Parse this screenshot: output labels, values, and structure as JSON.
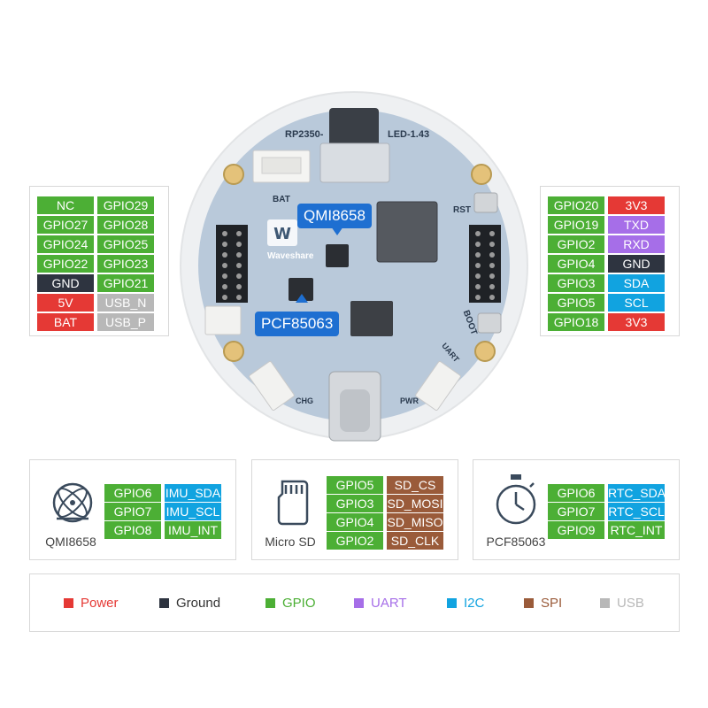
{
  "colors": {
    "power": "#e53935",
    "ground": "#2e3440",
    "gpio": "#4caf35",
    "uart": "#a66ee8",
    "i2c": "#11a3e0",
    "spi": "#9a5b3a",
    "usb": "#b8b8b8"
  },
  "board": {
    "silk_title": "RP2350-",
    "silk_title2": "LED-1.43",
    "brand": "Waveshare",
    "bat": "BAT",
    "rst": "RST",
    "boot": "BOOT",
    "chg": "CHG",
    "pwr": "PWR",
    "uart": "UART"
  },
  "callouts": {
    "qmi": "QMI8658",
    "pcf": "PCF85063"
  },
  "left_header": [
    {
      "a": "NC",
      "a_type": "gpio",
      "b": "GPIO29",
      "b_type": "gpio"
    },
    {
      "a": "GPIO27",
      "a_type": "gpio",
      "b": "GPIO28",
      "b_type": "gpio"
    },
    {
      "a": "GPIO24",
      "a_type": "gpio",
      "b": "GPIO25",
      "b_type": "gpio"
    },
    {
      "a": "GPIO22",
      "a_type": "gpio",
      "b": "GPIO23",
      "b_type": "gpio"
    },
    {
      "a": "GND",
      "a_type": "ground",
      "b": "GPIO21",
      "b_type": "gpio"
    },
    {
      "a": "5V",
      "a_type": "power",
      "b": "USB_N",
      "b_type": "usb"
    },
    {
      "a": "BAT",
      "a_type": "power",
      "b": "USB_P",
      "b_type": "usb"
    }
  ],
  "right_header": [
    {
      "a": "GPIO20",
      "a_type": "gpio",
      "b": "3V3",
      "b_type": "power"
    },
    {
      "a": "GPIO19",
      "a_type": "gpio",
      "b": "TXD",
      "b_type": "uart"
    },
    {
      "a": "GPIO2",
      "a_type": "gpio",
      "b": "RXD",
      "b_type": "uart"
    },
    {
      "a": "GPIO4",
      "a_type": "gpio",
      "b": "GND",
      "b_type": "ground"
    },
    {
      "a": "GPIO3",
      "a_type": "gpio",
      "b": "SDA",
      "b_type": "i2c"
    },
    {
      "a": "GPIO5",
      "a_type": "gpio",
      "b": "SCL",
      "b_type": "i2c"
    },
    {
      "a": "GPIO18",
      "a_type": "gpio",
      "b": "3V3",
      "b_type": "power"
    }
  ],
  "modules": [
    {
      "caption": "QMI8658",
      "icon": "gyroscope-icon",
      "rows": [
        {
          "a": "GPIO6",
          "a_type": "gpio",
          "b": "IMU_SDA",
          "b_type": "i2c"
        },
        {
          "a": "GPIO7",
          "a_type": "gpio",
          "b": "IMU_SCL",
          "b_type": "i2c"
        },
        {
          "a": "GPIO8",
          "a_type": "gpio",
          "b": "IMU_INT",
          "b_type": "gpio"
        }
      ]
    },
    {
      "caption": "Micro SD",
      "icon": "sd-card-icon",
      "rows": [
        {
          "a": "GPIO5",
          "a_type": "gpio",
          "b": "SD_CS",
          "b_type": "spi"
        },
        {
          "a": "GPIO3",
          "a_type": "gpio",
          "b": "SD_MOSI",
          "b_type": "spi"
        },
        {
          "a": "GPIO4",
          "a_type": "gpio",
          "b": "SD_MISO",
          "b_type": "spi"
        },
        {
          "a": "GPIO2",
          "a_type": "gpio",
          "b": "SD_CLK",
          "b_type": "spi"
        }
      ]
    },
    {
      "caption": "PCF85063",
      "icon": "stopwatch-icon",
      "rows": [
        {
          "a": "GPIO6",
          "a_type": "gpio",
          "b": "RTC_SDA",
          "b_type": "i2c"
        },
        {
          "a": "GPIO7",
          "a_type": "gpio",
          "b": "RTC_SCL",
          "b_type": "i2c"
        },
        {
          "a": "GPIO9",
          "a_type": "gpio",
          "b": "RTC_INT",
          "b_type": "gpio"
        }
      ]
    }
  ],
  "legend": [
    {
      "label": "Power",
      "type": "power"
    },
    {
      "label": "Ground",
      "type": "ground"
    },
    {
      "label": "GPIO",
      "type": "gpio"
    },
    {
      "label": "UART",
      "type": "uart"
    },
    {
      "label": "I2C",
      "type": "i2c"
    },
    {
      "label": "SPI",
      "type": "spi"
    },
    {
      "label": "USB",
      "type": "usb"
    }
  ]
}
